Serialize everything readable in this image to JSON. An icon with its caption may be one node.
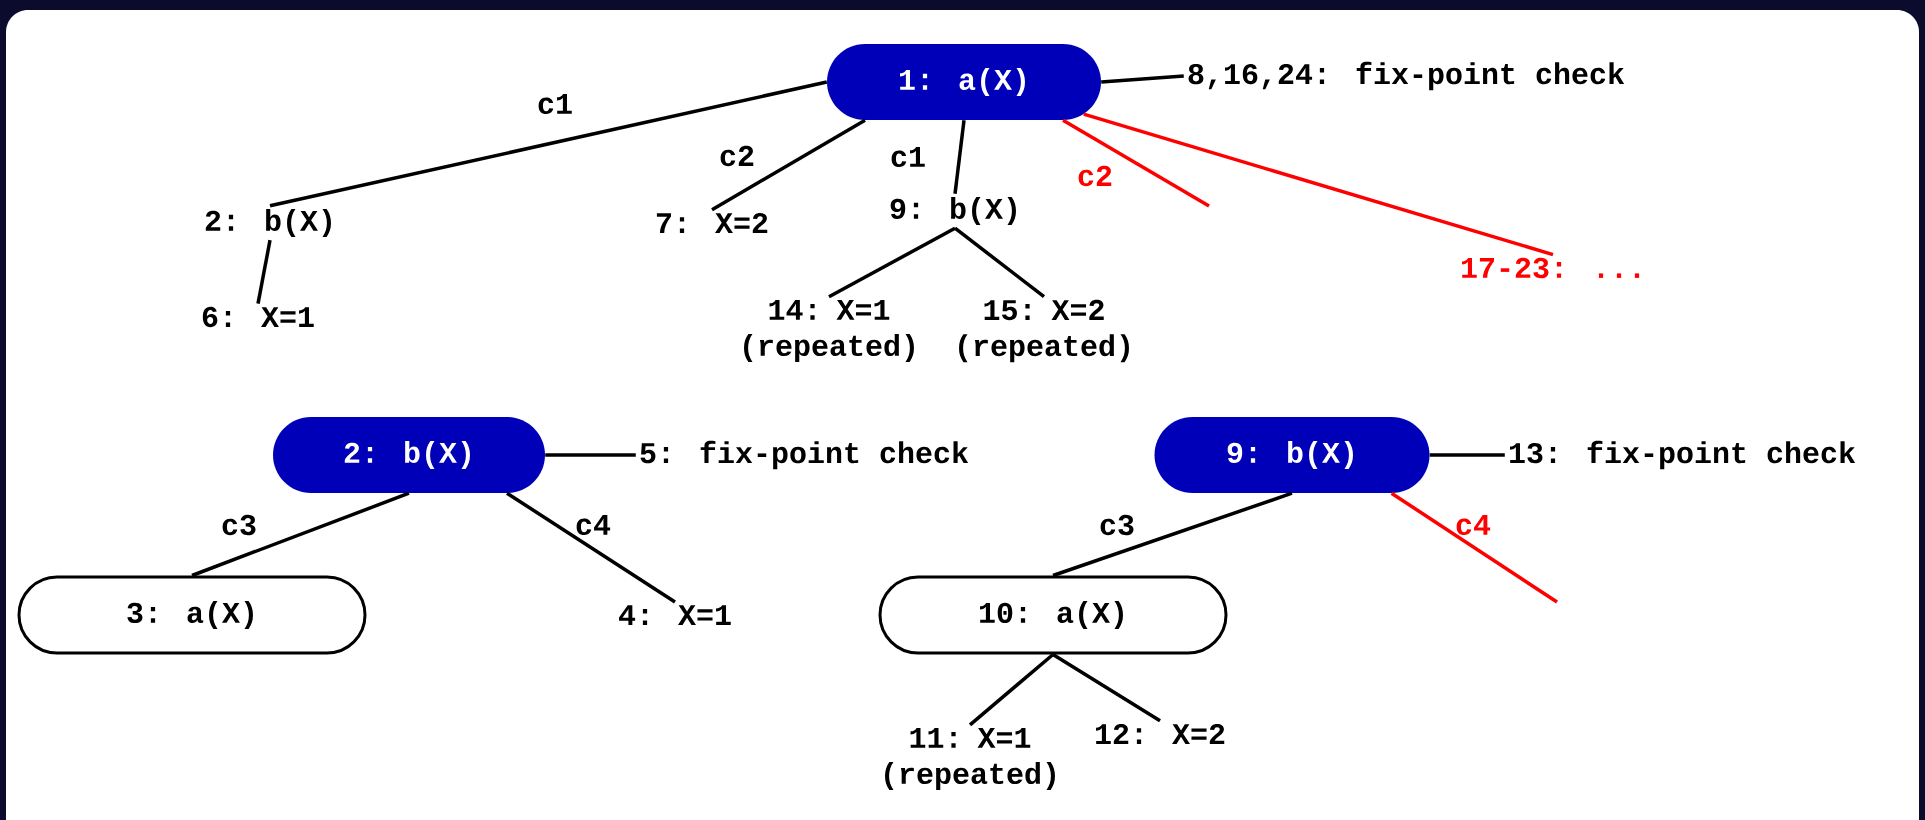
{
  "diagram": {
    "nodes": [
      {
        "text": [
          "1: a(X)"
        ]
      },
      {
        "text": [
          "8,16,24: fix-point check"
        ]
      },
      {
        "text": [
          "2: b(X)"
        ]
      },
      {
        "text": [
          "6: X=1"
        ]
      },
      {
        "text": [
          "7: X=2"
        ]
      },
      {
        "text": [
          "9: b(X)"
        ]
      },
      {
        "text": [
          "14: X=1 (repeated)"
        ]
      },
      {
        "text": [
          "15: X=2 (repeated)"
        ]
      },
      {
        "text": [
          "17-23: ..."
        ]
      },
      {
        "text": [
          "2: b(X)"
        ]
      },
      {
        "text": [
          "5: fix-point check"
        ]
      },
      {
        "text": [
          "3: a(X)"
        ]
      },
      {
        "text": [
          "4: X=1"
        ]
      },
      {
        "text": [
          "9: b(X)"
        ]
      },
      {
        "text": [
          "13: fix-point check"
        ]
      },
      {
        "text": [
          "10: a(X)"
        ]
      },
      {
        "text": [
          "11: X=1 (repeated)"
        ]
      },
      {
        "text": [
          "12: X=2"
        ]
      }
    ],
    "edges": [
      {
        "from": 0,
        "to": 1,
        "arrow": "none"
      },
      {
        "from": 0,
        "to": 2,
        "arrow": "none",
        "label": "c1"
      },
      {
        "from": 0,
        "to": 4,
        "arrow": "none",
        "label": "c2"
      },
      {
        "from": 0,
        "to": 5,
        "arrow": "none",
        "label": "c1"
      },
      {
        "from": 0,
        "to": null,
        "arrow": "none",
        "label": "c2",
        "color": "#ff0000"
      },
      {
        "from": 0,
        "to": 8,
        "arrow": "none",
        "color": "#ff0000"
      },
      {
        "from": 2,
        "to": 3,
        "arrow": "none"
      },
      {
        "from": 5,
        "to": 6,
        "arrow": "none"
      },
      {
        "from": 5,
        "to": 7,
        "arrow": "none"
      },
      {
        "from": 9,
        "to": 10,
        "arrow": "none"
      },
      {
        "from": 9,
        "to": 11,
        "arrow": "none",
        "label": "c3"
      },
      {
        "from": 9,
        "to": 12,
        "arrow": "none",
        "label": "c4"
      },
      {
        "from": 13,
        "to": 14,
        "arrow": "none"
      },
      {
        "from": 13,
        "to": 15,
        "arrow": "none",
        "label": "c3"
      },
      {
        "from": 13,
        "to": null,
        "arrow": "none",
        "label": "c4",
        "color": "#ff0000"
      },
      {
        "from": 15,
        "to": 16,
        "arrow": "none"
      },
      {
        "from": 15,
        "to": 17,
        "arrow": "none"
      }
    ]
  }
}
